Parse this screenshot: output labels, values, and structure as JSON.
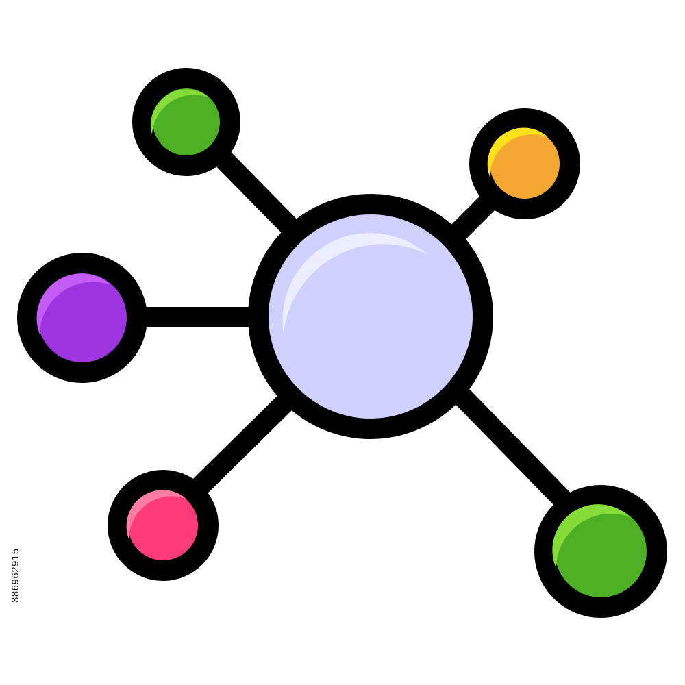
{
  "icon": {
    "name": "network-hub-icon",
    "line_color": "#000000",
    "hub": {
      "fill": "#cfd0fb",
      "highlight": "#ecedff"
    },
    "nodes": [
      {
        "id": "node-green-top-left",
        "fill": "#4caf24",
        "highlight": "#86dd3a"
      },
      {
        "id": "node-orange-top-right",
        "fill": "#f4a832",
        "highlight": "#ffe21a"
      },
      {
        "id": "node-purple-left",
        "fill": "#9c35e0",
        "highlight": "#c55cf5"
      },
      {
        "id": "node-pink-bottom-left",
        "fill": "#ff3a78",
        "highlight": "#ff7da3"
      },
      {
        "id": "node-green-bottom-right",
        "fill": "#4caf24",
        "highlight": "#86dd3a"
      }
    ]
  },
  "watermark": {
    "stock_id": "386962915"
  }
}
